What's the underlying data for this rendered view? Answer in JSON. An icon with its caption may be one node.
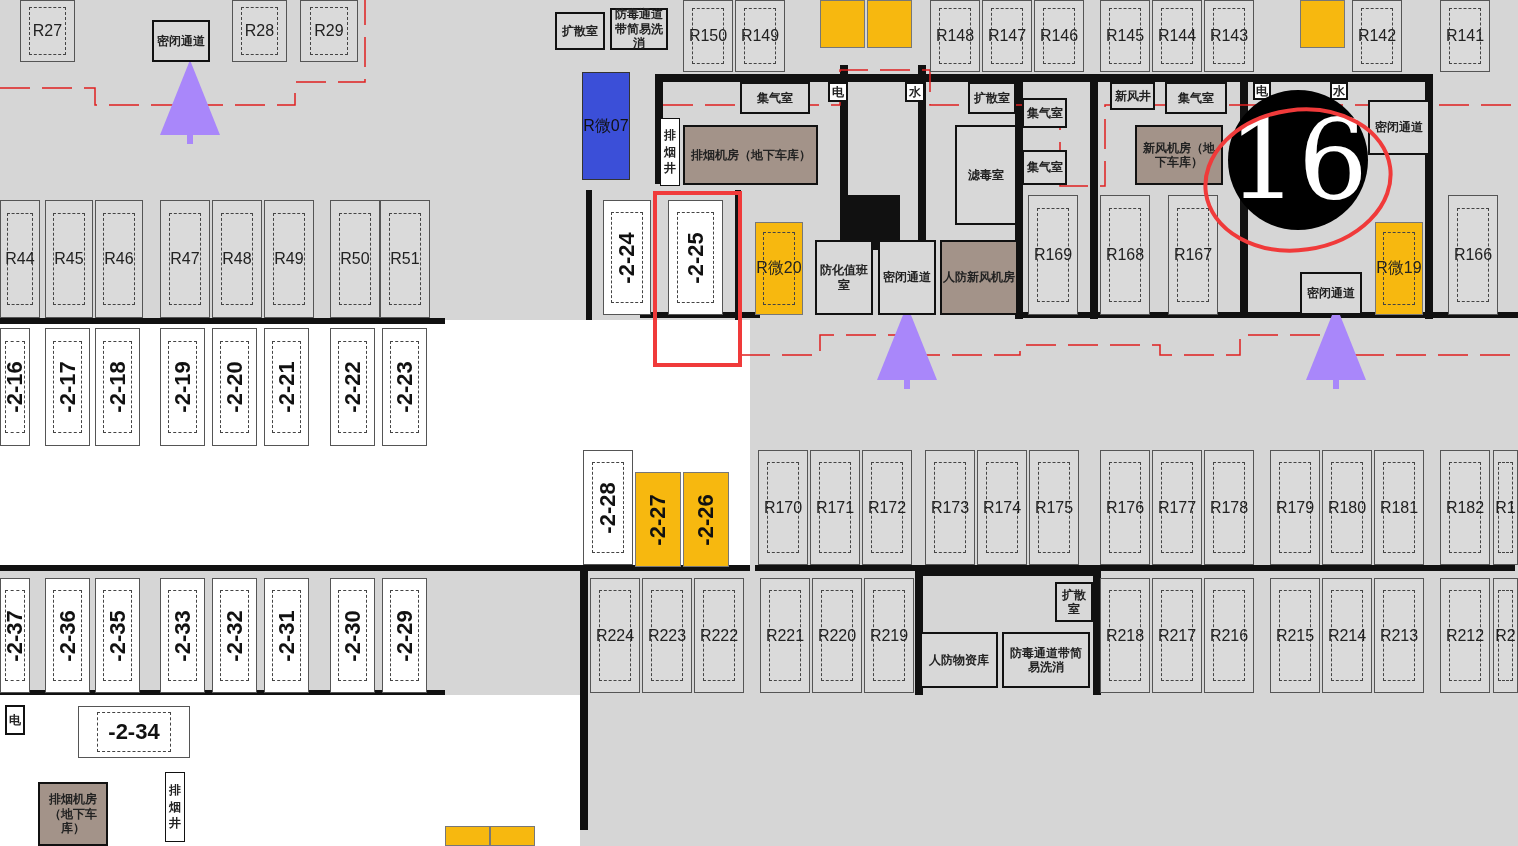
{
  "diagram": {
    "nodes": [
      {
        "text": [
          "R27"
        ]
      },
      {
        "text": [
          "密闭通道"
        ]
      },
      {
        "text": [
          "R28"
        ]
      },
      {
        "text": [
          "R29"
        ]
      },
      {
        "text": [
          "扩散室"
        ]
      },
      {
        "text": [
          "防毒通道带简易洗消"
        ]
      },
      {
        "text": [
          "R150"
        ]
      },
      {
        "text": [
          "R149"
        ]
      },
      {
        "text": [],
        "shape": "box"
      },
      {
        "text": [],
        "shape": "box"
      },
      {
        "text": [
          "R148"
        ]
      },
      {
        "text": [
          "R147"
        ]
      },
      {
        "text": [
          "R146"
        ]
      },
      {
        "text": [
          "R145"
        ]
      },
      {
        "text": [
          "R144"
        ]
      },
      {
        "text": [
          "R143"
        ]
      },
      {
        "text": [],
        "shape": "box"
      },
      {
        "text": [
          "R142"
        ]
      },
      {
        "text": [
          "R141"
        ]
      },
      {
        "text": [
          "R微07"
        ]
      },
      {
        "text": [
          "集气室"
        ]
      },
      {
        "text": [
          "电"
        ]
      },
      {
        "text": [
          "水"
        ]
      },
      {
        "text": [
          "扩散室"
        ]
      },
      {
        "text": [
          "集气室"
        ]
      },
      {
        "text": [
          "新风井"
        ]
      },
      {
        "text": [
          "集气室"
        ]
      },
      {
        "text": [
          "电"
        ]
      },
      {
        "text": [
          "水"
        ]
      },
      {
        "text": [
          "排烟井"
        ]
      },
      {
        "text": [
          "排烟机房（地下车库）"
        ]
      },
      {
        "text": [
          "滤毒室"
        ]
      },
      {
        "text": [
          "新风机房（地下车库）"
        ]
      },
      {
        "text": [
          "密闭通道"
        ]
      },
      {
        "text": [
          "集气室"
        ]
      },
      {
        "text": [
          "R44"
        ]
      },
      {
        "text": [
          "R45"
        ]
      },
      {
        "text": [
          "R46"
        ]
      },
      {
        "text": [
          "R47"
        ]
      },
      {
        "text": [
          "R48"
        ]
      },
      {
        "text": [
          "R49"
        ]
      },
      {
        "text": [
          "R50"
        ]
      },
      {
        "text": [
          "R51"
        ]
      },
      {
        "text": [
          "-2-24"
        ]
      },
      {
        "text": [
          "-2-25"
        ]
      },
      {
        "text": [
          "R微20"
        ]
      },
      {
        "text": [
          "防化值班室"
        ]
      },
      {
        "text": [
          "密闭通道"
        ]
      },
      {
        "text": [
          "人防新风机房"
        ]
      },
      {
        "text": [
          "R169"
        ]
      },
      {
        "text": [
          "R168"
        ]
      },
      {
        "text": [
          "R167"
        ]
      },
      {
        "text": [
          "密闭通道"
        ]
      },
      {
        "text": [
          "R微19"
        ]
      },
      {
        "text": [
          "R166"
        ]
      },
      {
        "text": [
          "-2-16"
        ]
      },
      {
        "text": [
          "-2-17"
        ]
      },
      {
        "text": [
          "-2-18"
        ]
      },
      {
        "text": [
          "-2-19"
        ]
      },
      {
        "text": [
          "-2-20"
        ]
      },
      {
        "text": [
          "-2-21"
        ]
      },
      {
        "text": [
          "-2-22"
        ]
      },
      {
        "text": [
          "-2-23"
        ]
      },
      {
        "text": [
          "-2-28"
        ]
      },
      {
        "text": [
          "-2-27"
        ]
      },
      {
        "text": [
          "-2-26"
        ]
      },
      {
        "text": [
          "R170"
        ]
      },
      {
        "text": [
          "R171"
        ]
      },
      {
        "text": [
          "R172"
        ]
      },
      {
        "text": [
          "R173"
        ]
      },
      {
        "text": [
          "R174"
        ]
      },
      {
        "text": [
          "R175"
        ]
      },
      {
        "text": [
          "R176"
        ]
      },
      {
        "text": [
          "R177"
        ]
      },
      {
        "text": [
          "R178"
        ]
      },
      {
        "text": [
          "R179"
        ]
      },
      {
        "text": [
          "R180"
        ]
      },
      {
        "text": [
          "R181"
        ]
      },
      {
        "text": [
          "R182"
        ]
      },
      {
        "text": [
          "R1"
        ]
      },
      {
        "text": [
          "-2-37"
        ]
      },
      {
        "text": [
          "-2-36"
        ]
      },
      {
        "text": [
          "-2-35"
        ]
      },
      {
        "text": [
          "-2-33"
        ]
      },
      {
        "text": [
          "-2-32"
        ]
      },
      {
        "text": [
          "-2-31"
        ]
      },
      {
        "text": [
          "-2-30"
        ]
      },
      {
        "text": [
          "-2-29"
        ]
      },
      {
        "text": [
          "R224"
        ]
      },
      {
        "text": [
          "R223"
        ]
      },
      {
        "text": [
          "R222"
        ]
      },
      {
        "text": [
          "R221"
        ]
      },
      {
        "text": [
          "R220"
        ]
      },
      {
        "text": [
          "R219"
        ]
      },
      {
        "text": [
          "扩散室"
        ]
      },
      {
        "text": [
          "R218"
        ]
      },
      {
        "text": [
          "R217"
        ]
      },
      {
        "text": [
          "R216"
        ]
      },
      {
        "text": [
          "R215"
        ]
      },
      {
        "text": [
          "R214"
        ]
      },
      {
        "text": [
          "R213"
        ]
      },
      {
        "text": [
          "R212"
        ]
      },
      {
        "text": [
          "R2"
        ]
      },
      {
        "text": [
          "人防物资库"
        ]
      },
      {
        "text": [
          "防毒通道带简易洗消"
        ]
      },
      {
        "text": [
          "电"
        ]
      },
      {
        "text": [
          "-2-34"
        ]
      },
      {
        "text": [
          "排烟机房（地下车库）"
        ]
      },
      {
        "text": [
          "排烟井"
        ]
      },
      {
        "text": [],
        "shape": "box"
      },
      {
        "text": [],
        "shape": "box"
      }
    ],
    "labels": [
      "16"
    ]
  }
}
